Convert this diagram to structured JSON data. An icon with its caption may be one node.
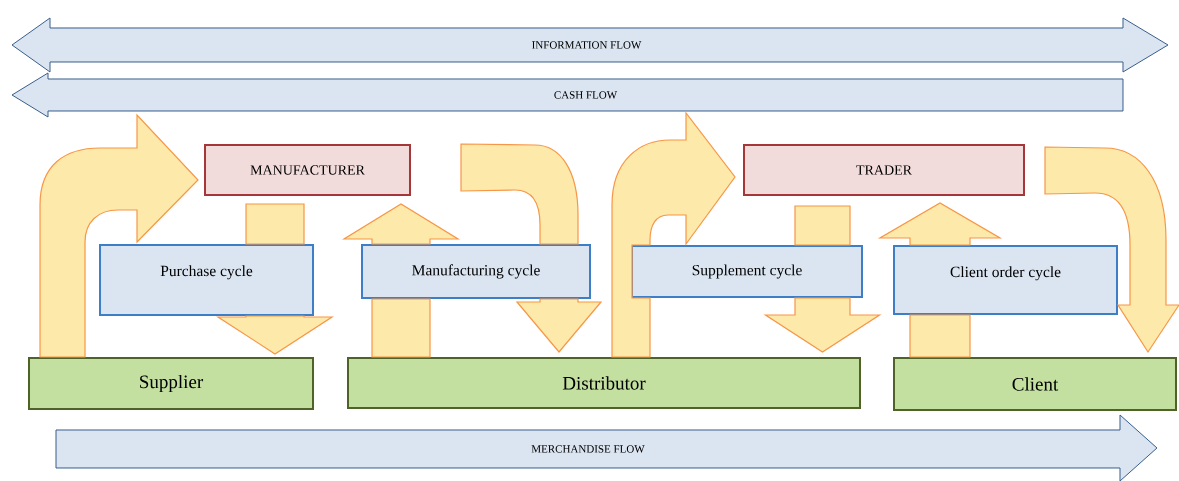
{
  "diagram": {
    "nodes": [
      {
        "text": [
          "INFORMATION FLOW"
        ]
      },
      {
        "text": [
          "CASH FLOW"
        ]
      },
      {
        "text": [
          "MANUFACTURER"
        ]
      },
      {
        "text": [
          "TRADER"
        ]
      },
      {
        "text": [
          "Purchase cycle"
        ]
      },
      {
        "text": [
          "Manufacturing cycle"
        ]
      },
      {
        "text": [
          "Supplement cycle"
        ]
      },
      {
        "text": [
          "Client order cycle"
        ]
      },
      {
        "text": [
          "Supplier"
        ]
      },
      {
        "text": [
          "Distributor"
        ]
      },
      {
        "text": [
          "Client"
        ]
      },
      {
        "text": [
          "MERCHANDISE FLOW"
        ]
      }
    ],
    "edges": [
      {
        "from": 8,
        "to": 2,
        "arrow": "to"
      },
      {
        "from": 2,
        "to": 4,
        "arrow": "none"
      },
      {
        "from": 4,
        "to": 8,
        "arrow": "to"
      },
      {
        "from": 9,
        "to": 5,
        "arrow": "none"
      },
      {
        "from": 5,
        "to": 2,
        "arrow": "to"
      },
      {
        "from": 2,
        "to": 5,
        "arrow": "none"
      },
      {
        "from": 5,
        "to": 9,
        "arrow": "to"
      },
      {
        "from": 9,
        "to": 3,
        "arrow": "to"
      },
      {
        "from": 3,
        "to": 6,
        "arrow": "none"
      },
      {
        "from": 6,
        "to": 9,
        "arrow": "to"
      },
      {
        "from": 10,
        "to": 7,
        "arrow": "none"
      },
      {
        "from": 7,
        "to": 3,
        "arrow": "to"
      },
      {
        "from": 3,
        "to": 10,
        "arrow": "to"
      }
    ]
  }
}
